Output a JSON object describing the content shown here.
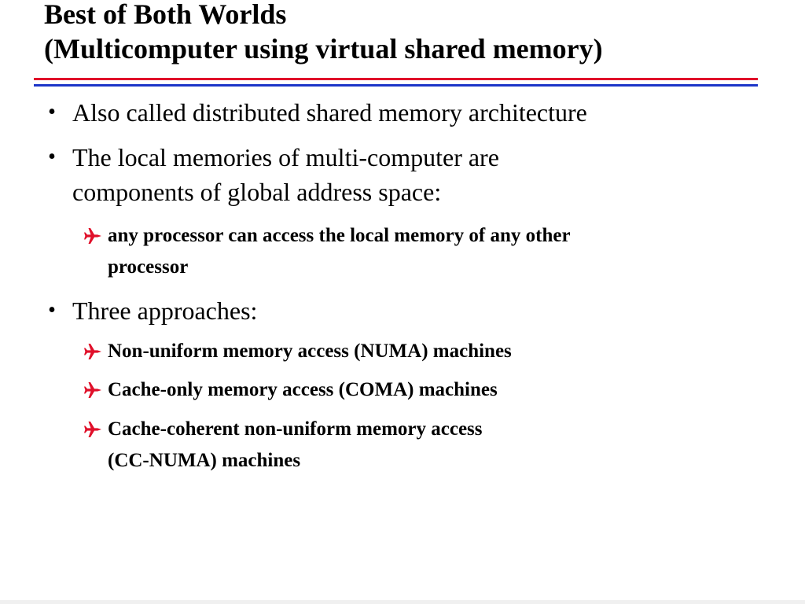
{
  "title": {
    "line1": "Best of Both Worlds",
    "line2": "(Multicomputer using virtual shared memory)"
  },
  "colors": {
    "rule_top": "#e0102a",
    "rule_bottom": "#1d35c8",
    "arrow": "#e0102a",
    "text": "#000000"
  },
  "bullets": [
    {
      "text": "Also called distributed shared memory architecture"
    },
    {
      "text_line1": "The local memories of multi-computer are",
      "text_line2": "components of global address space:",
      "sub": [
        {
          "icon": "airplane-icon",
          "text_line1": "any processor can access the local memory of any other",
          "text_line2": "processor"
        }
      ]
    },
    {
      "text": "Three approaches:",
      "sub": [
        {
          "icon": "airplane-icon",
          "text": "Non-uniform memory access (NUMA) machines"
        },
        {
          "icon": "airplane-icon",
          "text": "Cache-only memory access (COMA) machines"
        },
        {
          "icon": "airplane-icon",
          "text_line1": "Cache-coherent non-uniform memory access",
          "text_line2": "(CC-NUMA) machines"
        }
      ]
    }
  ]
}
